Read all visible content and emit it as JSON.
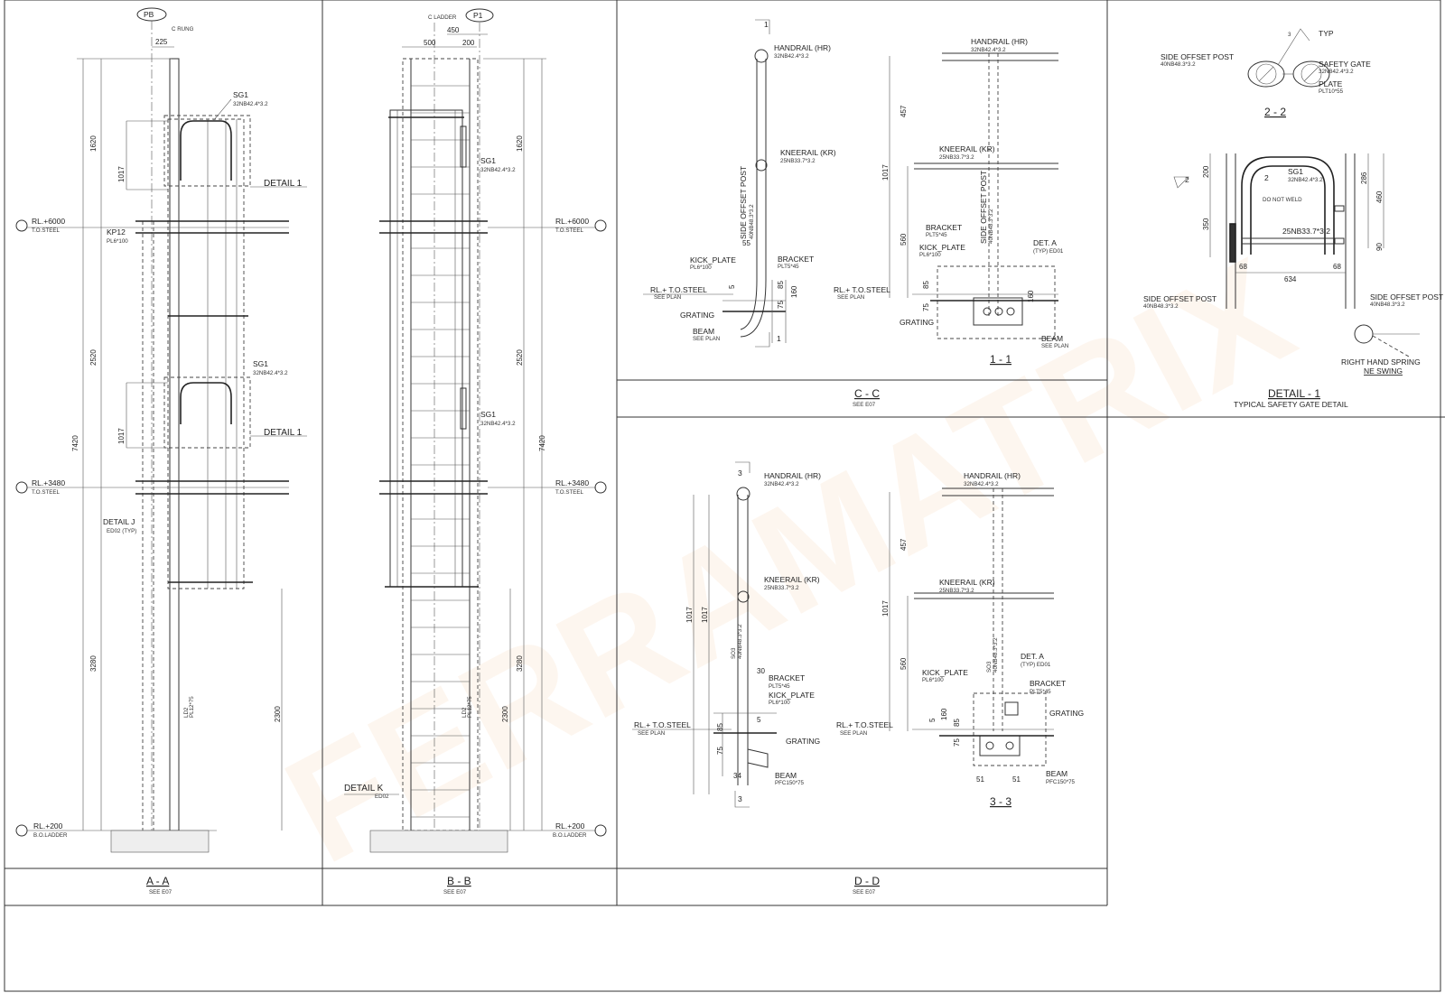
{
  "watermark": "FERRAMATRIX",
  "sections": {
    "aa": {
      "title": "A - A",
      "ref": "SEE E07"
    },
    "bb": {
      "title": "B - B",
      "ref": "SEE E07"
    },
    "cc": {
      "title": "C - C",
      "ref": "SEE E07"
    },
    "dd": {
      "title": "D - D",
      "ref": "SEE E07"
    },
    "s11": {
      "title": "1 - 1"
    },
    "s22": {
      "title": "2 - 2"
    },
    "s33": {
      "title": "3 - 3"
    },
    "detail1": {
      "title": "DETAIL - 1",
      "subtitle": "TYPICAL SAFETY GATE DETAIL"
    }
  },
  "grid_bubbles": {
    "pb": "PB",
    "p1": "P1"
  },
  "levels": {
    "rl6000": "RL.+6000",
    "rl3480": "RL.+3480",
    "rl200": "RL.+200",
    "tosteel": "T.O.STEEL",
    "boladder": "B.O.LADDER",
    "rltosteel": "RL.+ T.O.STEEL",
    "seeplan": "SEE PLAN"
  },
  "labels": {
    "c_rung": "C RUNG",
    "c_ladder": "C LADDER",
    "sg1": "SG1",
    "sg1_spec": "32NB42.4*3.2",
    "detail1": "DETAIL 1",
    "kp12": "KP12",
    "kp12_spec": "PL6*100",
    "detail_j": "DETAIL J",
    "detail_j_ref": "ED02 (TYP)",
    "ld2": "LD2",
    "ld2_spec": "PL12*75",
    "detail_k": "DETAIL K",
    "detail_k_ref": "ED02",
    "handrail": "HANDRAIL (HR)",
    "hr_spec": "32NB42.4*3.2",
    "kneerail": "KNEERAIL (KR)",
    "kr_spec": "25NB33.7*3.2",
    "side_offset_post": "SIDE OFFSET POST",
    "sop_spec": "40NB48.3*3.2",
    "kick_plate": "KICK_PLATE",
    "kick_spec": "PL6*100",
    "bracket": "BRACKET",
    "bracket_spec": "PLT5*45",
    "grating": "GRATING",
    "beam": "BEAM",
    "beam_spec": "SEE PLAN",
    "beam_pfc": "PFC150*75",
    "det_a": "DET. A",
    "det_a_ref": "(TYP) ED01",
    "so3": "SO3",
    "typ": "TYP",
    "safety_gate": "SAFETY GATE",
    "plate": "PLATE",
    "plate_spec": "PLT10*55",
    "do_not_weld": "DO NOT WELD",
    "kr_rail": "25NB33.7*3.2",
    "rh_spring": "RIGHT HAND SPRING",
    "ne_swing": "NE SWING"
  },
  "dims": {
    "d225": "225",
    "d450": "450",
    "d500": "500",
    "d200": "200",
    "d1620": "1620",
    "d1017": "1017",
    "d2520": "2520",
    "d7420": "7420",
    "d3280": "3280",
    "d2300": "2300",
    "d457": "457",
    "d560": "560",
    "d55": "55",
    "d85": "85",
    "d75": "75",
    "d160": "160",
    "d5": "5",
    "d30": "30",
    "d34": "34",
    "d51": "51",
    "d286": "286",
    "d460": "460",
    "d350": "350",
    "d90": "90",
    "d68": "68",
    "d634": "634",
    "d1": "1",
    "d2": "2",
    "d3": "3"
  }
}
